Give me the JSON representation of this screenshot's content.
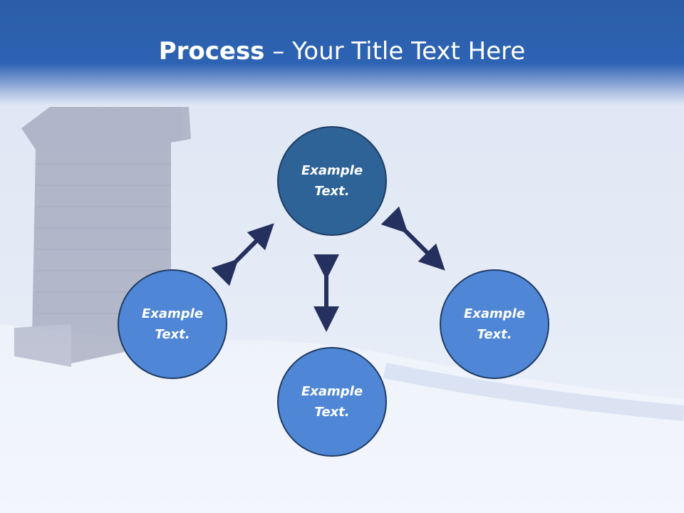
{
  "title": {
    "bold": "Process",
    "rest": " – Your Title Text Here"
  },
  "nodes": {
    "top": "Example\nText.",
    "left": "Example\nText.",
    "right": "Example\nText.",
    "bottom": "Example\nText."
  },
  "colors": {
    "header": "#2d63b3",
    "center_node": "#2e6398",
    "outer_node": "#4f87d6",
    "arrow": "#26305e",
    "node_border": "#1f3c64"
  }
}
